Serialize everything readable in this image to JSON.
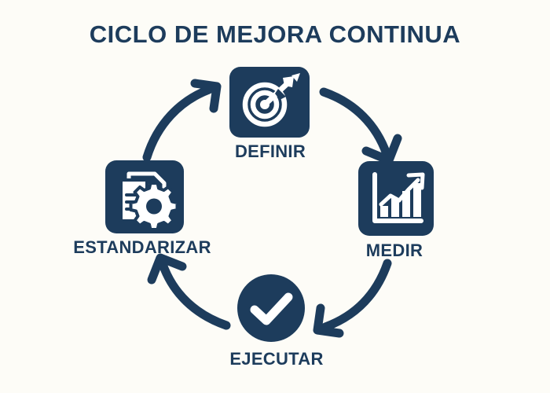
{
  "page": {
    "title": "CICLO DE MEJORA CONTINUA",
    "background_color": "#fdfcf7",
    "accent_color": "#1d3c5c"
  },
  "cycle": {
    "steps": [
      {
        "id": "definir",
        "label": "DEFINIR",
        "icon": "target-arrow-icon",
        "shape": "rounded-square",
        "order": 1
      },
      {
        "id": "medir",
        "label": "MEDIR",
        "icon": "bar-chart-growth-icon",
        "shape": "rounded-square",
        "order": 2
      },
      {
        "id": "ejecutar",
        "label": "EJECUTAR",
        "icon": "checkmark-circle-icon",
        "shape": "circle",
        "order": 3
      },
      {
        "id": "estandarizar",
        "label": "ESTANDARIZAR",
        "icon": "document-gear-icon",
        "shape": "rounded-square",
        "order": 4
      }
    ],
    "connectors": [
      {
        "id": "arrow-estandarizar-definir",
        "from": "estandarizar",
        "to": "definir",
        "direction": "up-right"
      },
      {
        "id": "arrow-definir-medir",
        "from": "definir",
        "to": "medir",
        "direction": "down-right"
      },
      {
        "id": "arrow-medir-ejecutar",
        "from": "medir",
        "to": "ejecutar",
        "direction": "down-left"
      },
      {
        "id": "arrow-ejecutar-estandarizar",
        "from": "ejecutar",
        "to": "estandarizar",
        "direction": "up-left"
      }
    ]
  }
}
